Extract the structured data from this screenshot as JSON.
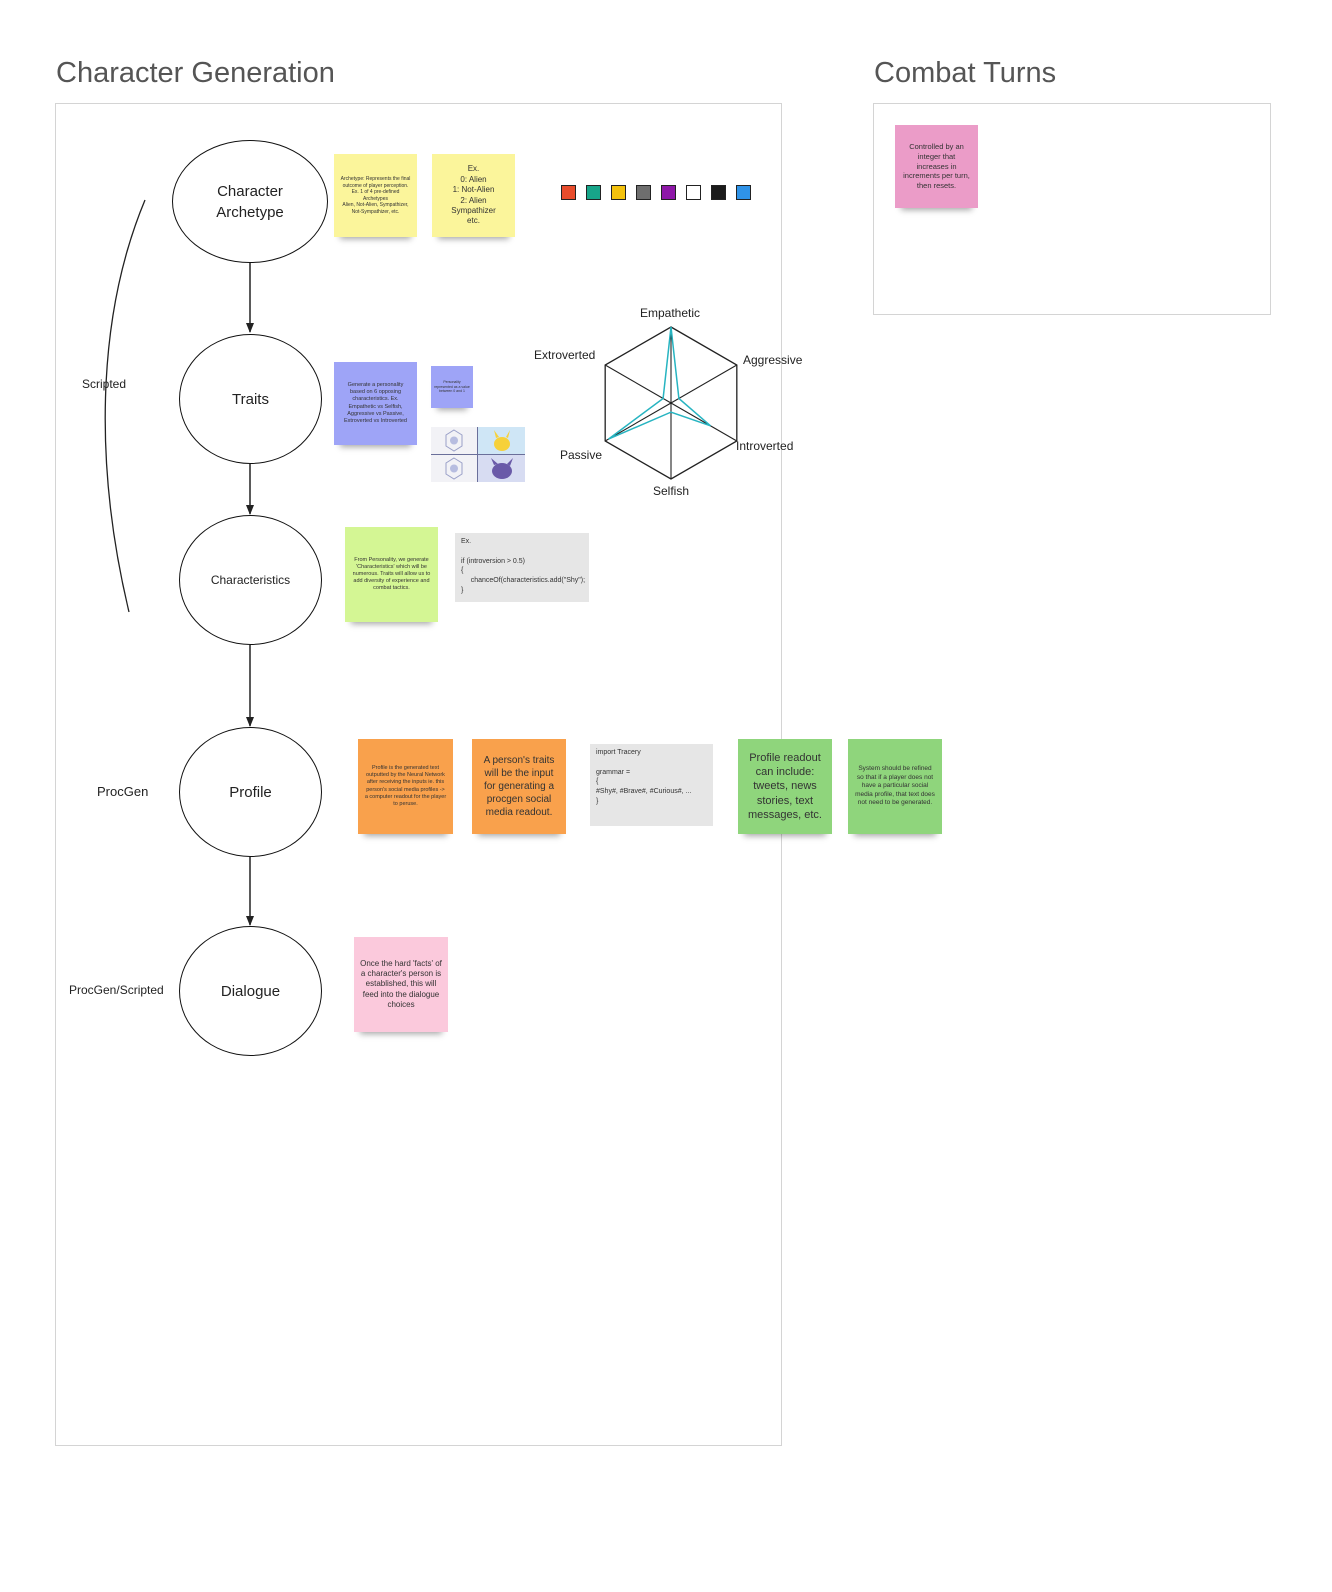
{
  "frames": {
    "character_generation_title": "Character Generation",
    "combat_turns_title": "Combat Turns"
  },
  "nodes": {
    "archetype": "Character\nArchetype",
    "traits": "Traits",
    "characteristics": "Characteristics",
    "profile": "Profile",
    "dialogue": "Dialogue"
  },
  "side_labels": {
    "scripted": "Scripted",
    "procgen": "ProcGen",
    "procgen_scripted": "ProcGen/Scripted"
  },
  "stickies": {
    "archetype_note": "Archetype: Represents the final outcome of player perception.\nEx. 1 of 4 pre-defined Archetypes\nAlien, Not-Alien, Sympathizer, Not-Sympathizer, etc.",
    "archetype_example": "Ex.\n0: Alien\n1: Not-Alien\n2: Alien Sympathizer\netc.",
    "traits_note": "Generate a personality based on 6 opposing characteristics.\nEx. Empathetic vs Selfish, Aggressive vs Passive, Extroverted vs Introverted",
    "traits_small": "Personality represented as a value between 0 and 1",
    "characteristics_note": "From Personality, we generate 'Characteristics' which will be numerous. Traits will allow us to add diversity of experience and combat tactics.",
    "profile_note": "Profile is the generated text outputted by the Neural Network after receiving the inputs ie. this person's social media profiles -> a computer readout for the player to peruse.",
    "profile_input": "A person's traits will be the input for generating a procgen social media readout.",
    "profile_readout": "Profile readout can include: tweets, news stories, text messages, etc.",
    "profile_refine": "System should be refined so that if a player does not have a particular social media profile, that text does not need to be generated.",
    "dialogue_note": "Once the hard 'facts' of a character's person is established, this will feed into the dialogue choices",
    "combat_note": "Controlled by an integer that increases in increments per turn, then resets."
  },
  "code_blocks": {
    "characteristics_code": "Ex.\n\nif (introversion > 0.5)\n{\n     chanceOf(characteristics.add(\"Shy\");\n}",
    "profile_code": "import Tracery\n\ngrammar =\n{\n#Shy#, #Brave#, #Curious#, ...\n}"
  },
  "radar": {
    "labels": {
      "top": "Empathetic",
      "upper_right": "Aggressive",
      "lower_right": "Introverted",
      "bottom": "Selfish",
      "lower_left": "Passive",
      "upper_left": "Extroverted"
    },
    "values": {
      "Empathetic": 1.0,
      "Aggressive": 0.12,
      "Introverted": 0.6,
      "Selfish": 0.12,
      "Passive": 0.95,
      "Extroverted": 0.12
    }
  },
  "colors": {
    "sticky_yellow": "#fbf59b",
    "sticky_blue": "#9ea4f7",
    "sticky_lime": "#d4f694",
    "sticky_orange": "#f9a14c",
    "sticky_green": "#8fd57c",
    "sticky_pink": "#fbc9dc",
    "sticky_magenta": "#eb9cc8",
    "swatches": [
      "#e84c2c",
      "#17a589",
      "#f4c20d",
      "#6e6e6e",
      "#8e17a8",
      "#ffffff",
      "#1b1b1b",
      "#2f93e8"
    ]
  },
  "icons": {
    "thumbnails": [
      "radar-chart-icon",
      "pikachu-image",
      "radar-chart-icon",
      "gengar-image"
    ]
  }
}
